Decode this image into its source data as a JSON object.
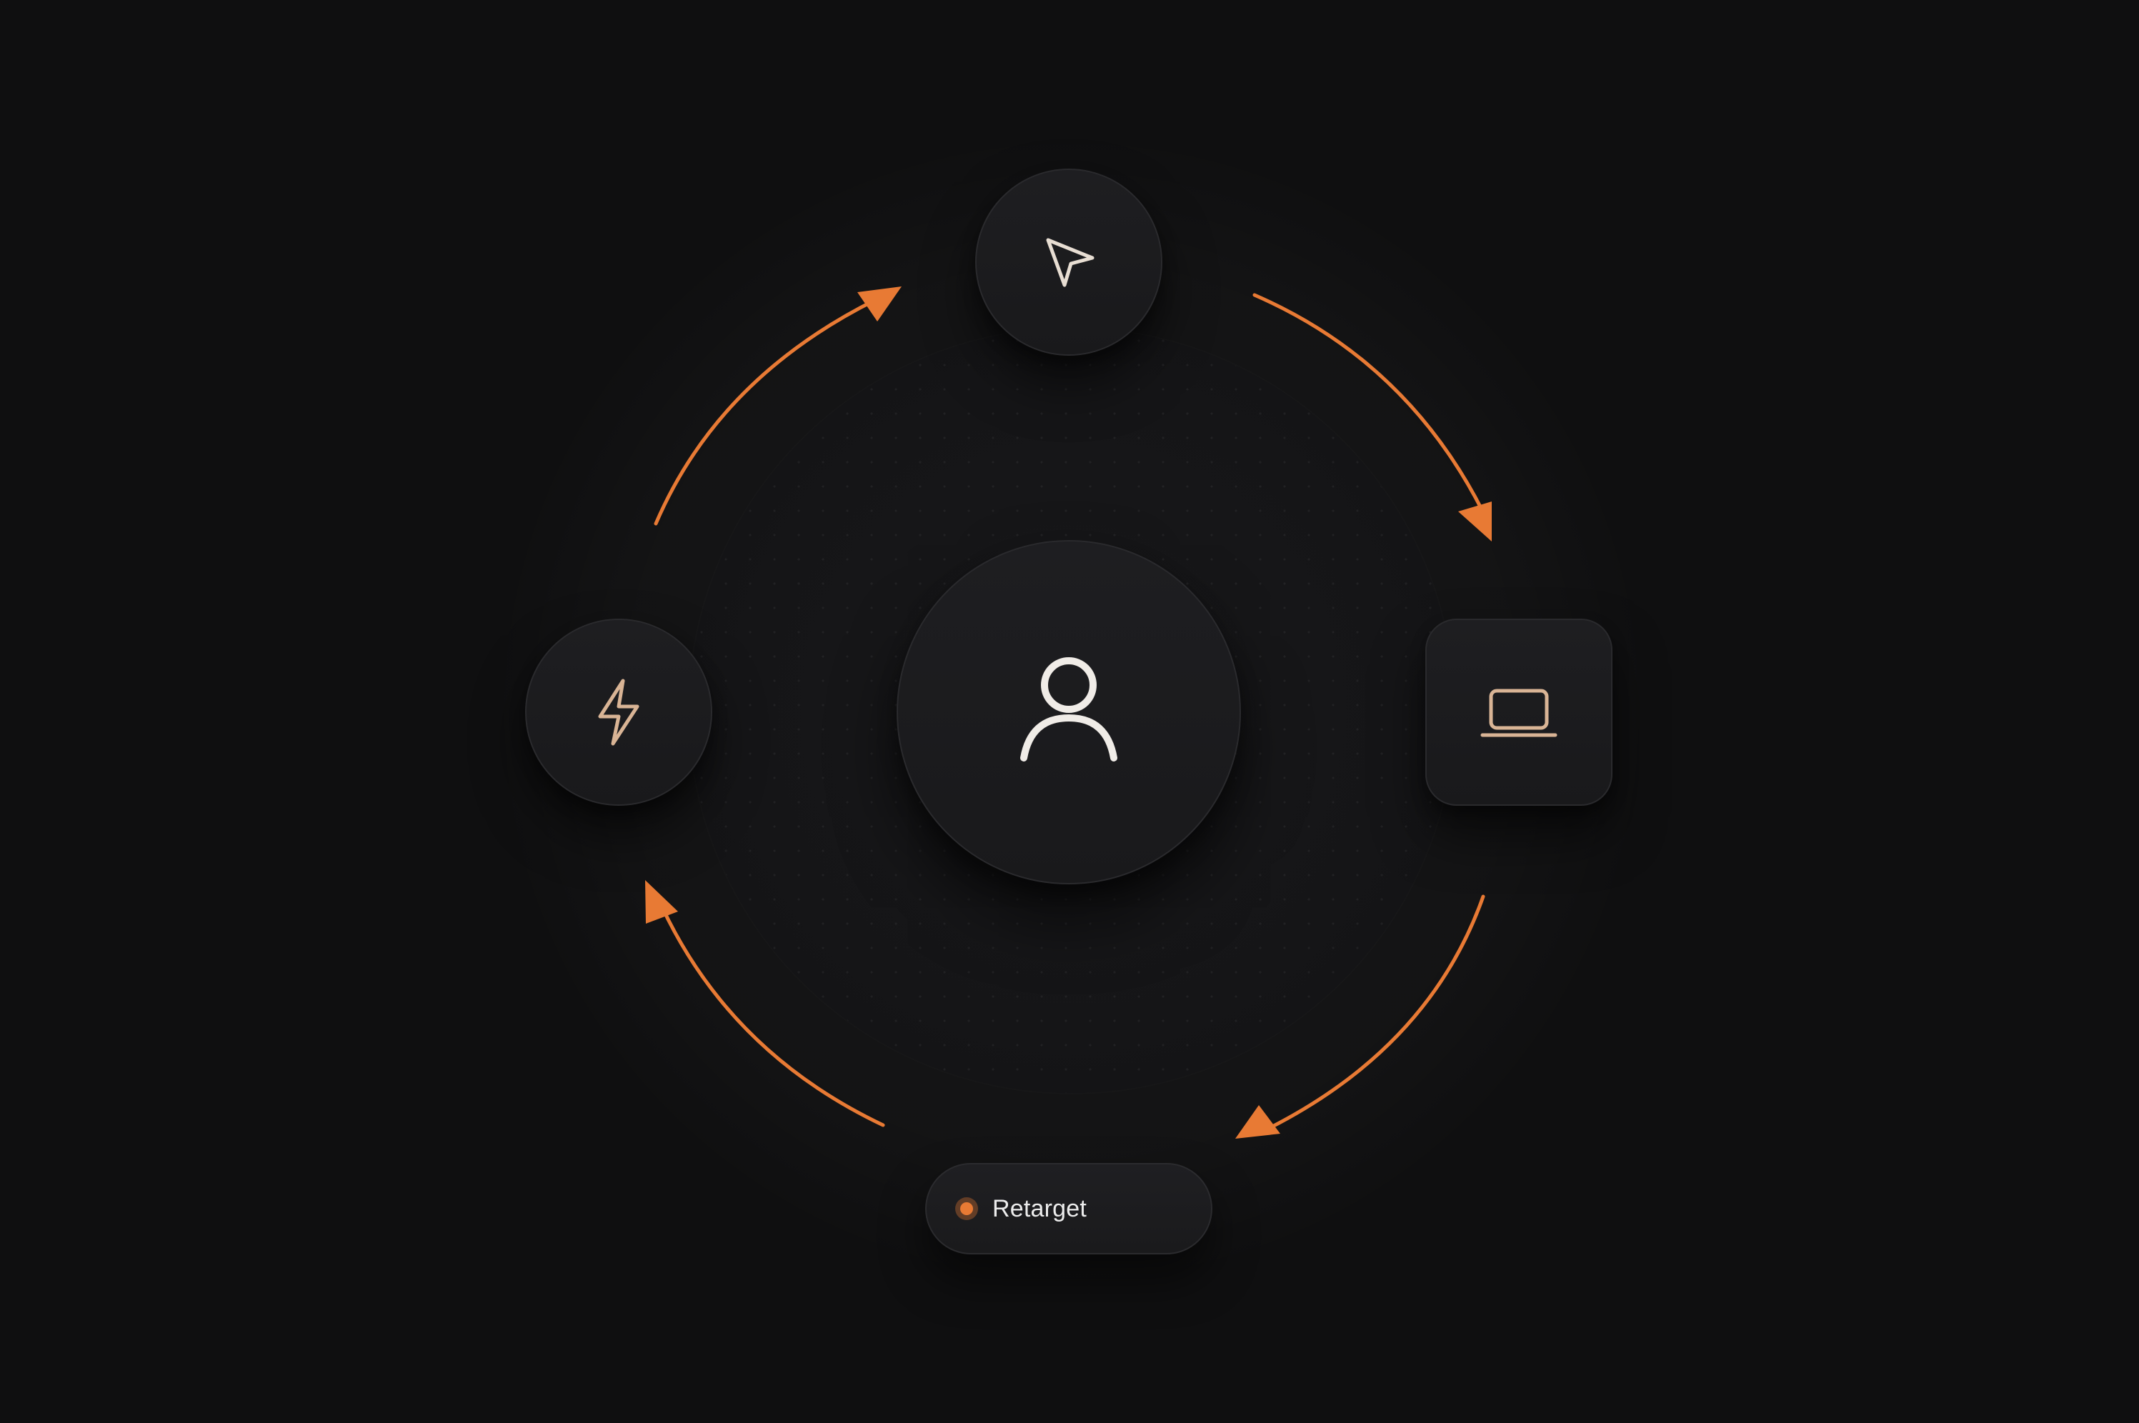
{
  "diagram": {
    "center": {
      "icon": "user-icon"
    },
    "nodes": [
      {
        "id": "top",
        "icon": "cursor-pointer-icon"
      },
      {
        "id": "right",
        "icon": "laptop-icon"
      },
      {
        "id": "bottom",
        "icon": "status-dot-icon",
        "label": "Retarget"
      },
      {
        "id": "left",
        "icon": "lightning-icon"
      }
    ],
    "flow": [
      "top",
      "right",
      "bottom",
      "left",
      "top"
    ]
  },
  "colors": {
    "background": "#0f0f10",
    "accent": "#e87a34",
    "icon_light": "#e8ded3",
    "icon_warm": "#d9b495",
    "node_fill": "#1c1c1e"
  }
}
